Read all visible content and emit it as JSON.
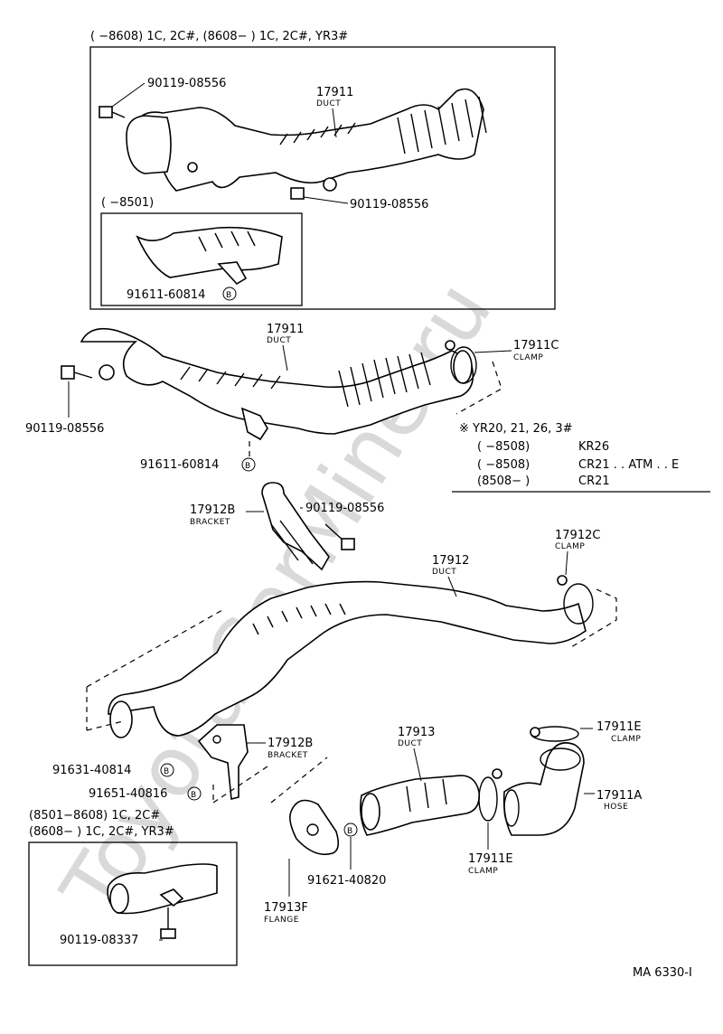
{
  "watermark": "ToyotaCarMine.ru",
  "footer_code": "MA 6330-I",
  "top_box": {
    "title": "(        −8608) 1C, 2C#, (8608−          ) 1C, 2C#, YR3#",
    "inner_title": "(        −8501)",
    "labels": {
      "bolt_a": "90119-08556",
      "duct_no": "17911",
      "duct_sub": "DUCT",
      "bolt_b": "90119-08556",
      "bolt_c": "91611-60814"
    }
  },
  "mid": {
    "duct_no": "17911",
    "duct_sub": "DUCT",
    "clamp_no": "17911C",
    "clamp_sub": "CLAMP",
    "bolt_a": "90119-08556",
    "bolt_b": "91611-60814"
  },
  "note": {
    "line1": "※ YR20, 21, 26, 3#",
    "line2a": "(        −8508)",
    "line2b": "KR26",
    "line3a": "(        −8508)",
    "line3b": "CR21 . . ATM . . E",
    "line4a": "(8508−          )",
    "line4b": "CR21"
  },
  "lower": {
    "bracket_top_no": "17912B",
    "bracket_top_sub": "BRACKET",
    "bolt_top": "90119-08556",
    "clamp_c_no": "17912C",
    "clamp_c_sub": "CLAMP",
    "duct_no": "17912",
    "duct_sub": "DUCT",
    "bracket_bot_no": "17912B",
    "bracket_bot_sub": "BRACKET",
    "bolt_1": "91631-40814",
    "bolt_2": "91651-40816",
    "duct13_no": "17913",
    "duct13_sub": "DUCT",
    "clamp_e1_no": "17911E",
    "clamp_e1_sub": "CLAMP",
    "hose_no": "17911A",
    "hose_sub": "HOSE",
    "clamp_e2_no": "17911E",
    "clamp_e2_sub": "CLAMP",
    "bolt_3": "91621-40820",
    "flange_no": "17913F",
    "flange_sub": "FLANGE"
  },
  "bottom_box": {
    "title1": "(8501−8608) 1C, 2C#",
    "title2": "(8608−          ) 1C, 2C#, YR3#",
    "bolt": "90119-08337"
  }
}
